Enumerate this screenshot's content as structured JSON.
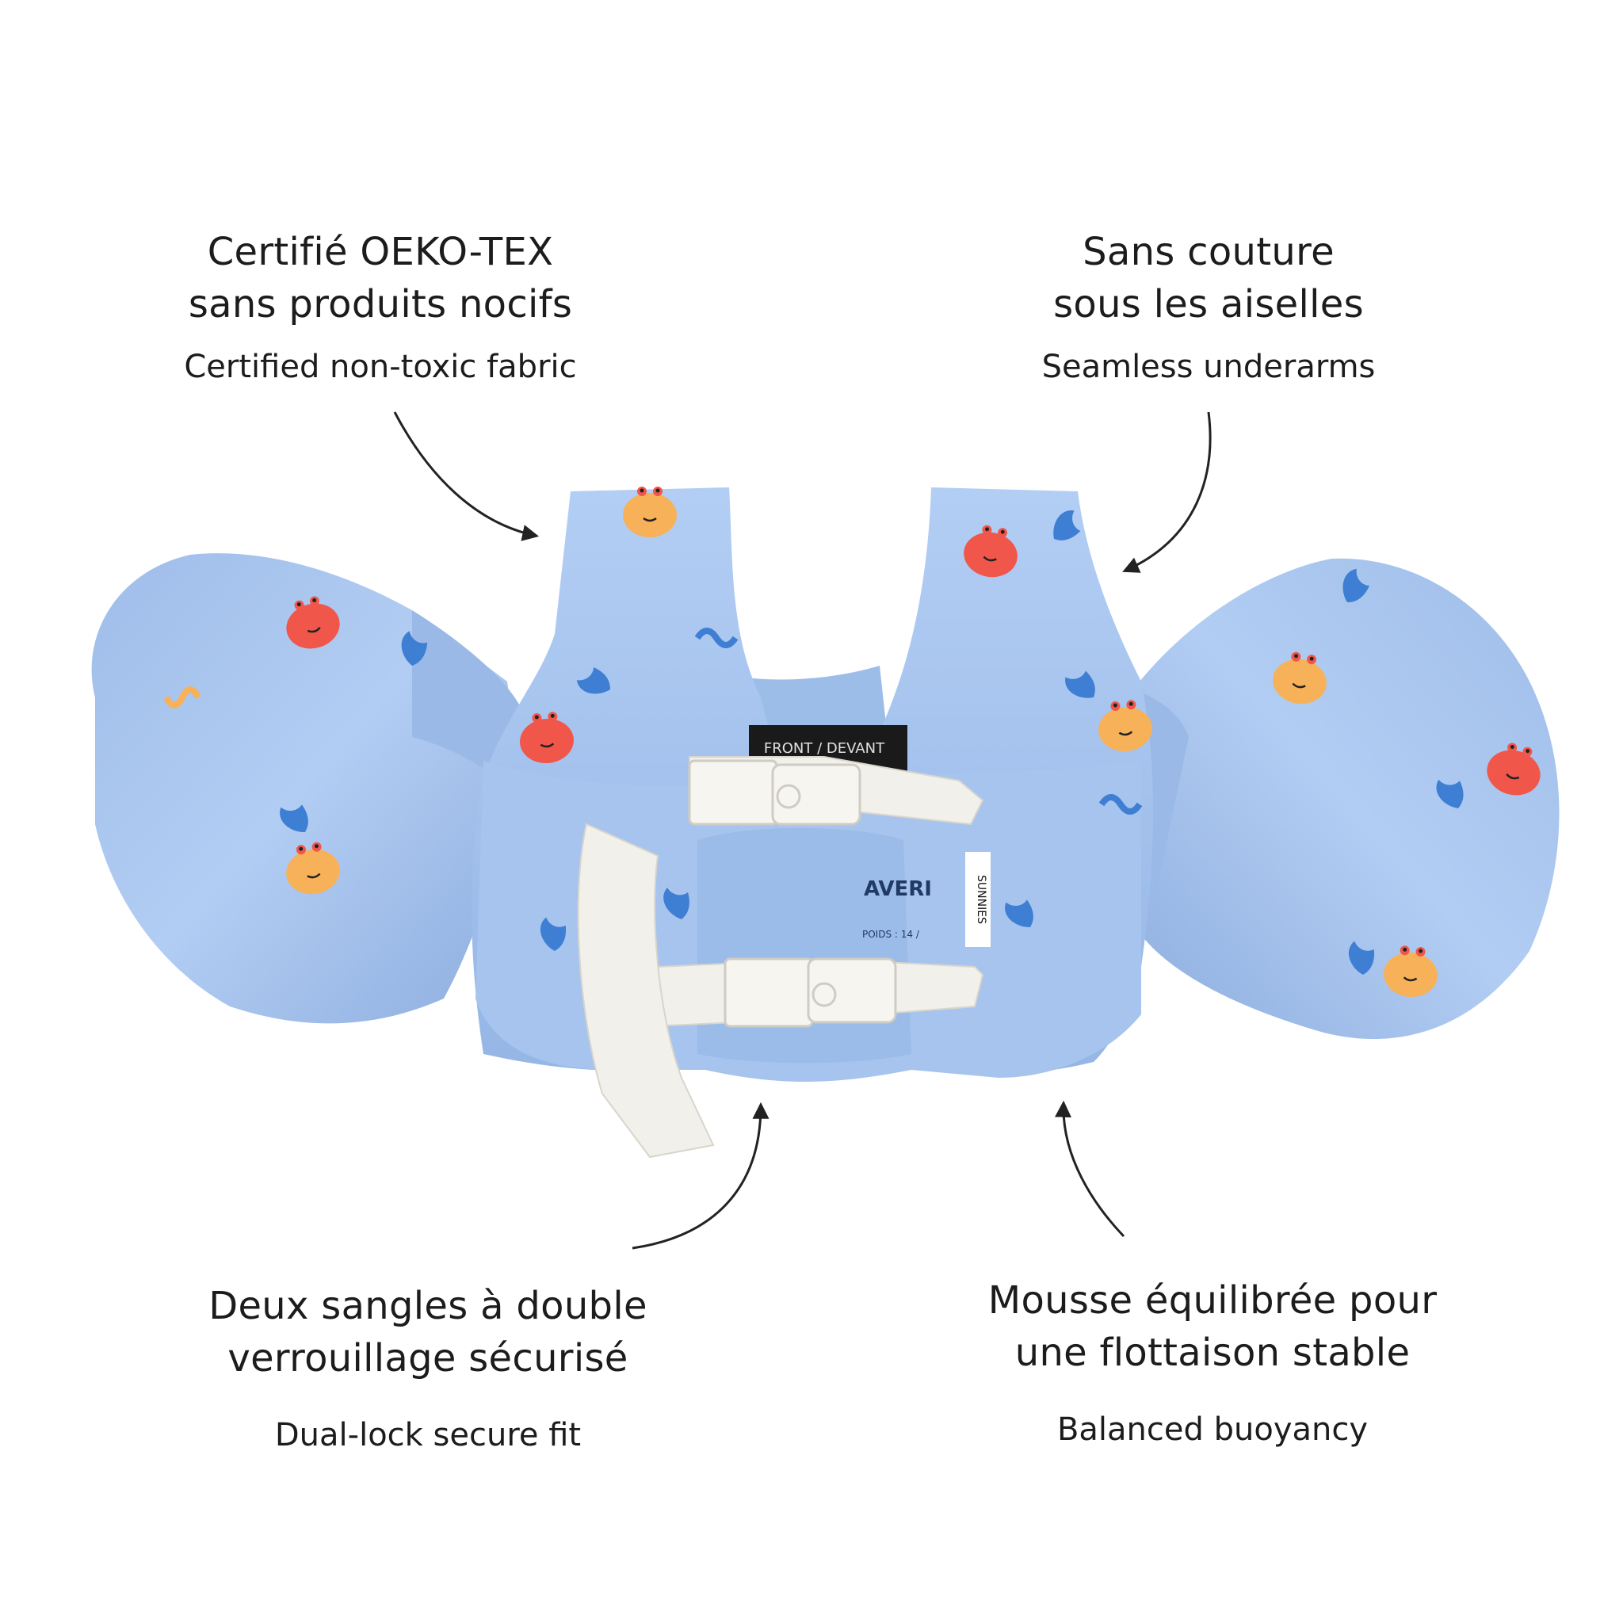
{
  "callouts": {
    "oeko_tex": {
      "title_line1": "Certifié OEKO-TEX",
      "title_line2": "sans produits nocifs",
      "subtitle": "Certified non-toxic fabric"
    },
    "seamless": {
      "title_line1": "Sans couture",
      "title_line2": "sous les aiselles",
      "subtitle": "Seamless underarms"
    },
    "straps": {
      "title_line1": "Deux sangles à double",
      "title_line2": "verrouillage sécurisé",
      "subtitle": "Dual-lock secure fit"
    },
    "buoyancy": {
      "title_line1": "Mousse équilibrée pour",
      "title_line2": "une flottaison stable",
      "subtitle": "Balanced buoyancy"
    }
  },
  "product": {
    "inner_label": "FRONT / DEVANT",
    "size_label_partial": "AVERI",
    "weight_label_partial": "POIDS : 14 /",
    "brand_tag": "SUNNIES",
    "colors": {
      "fabric": "#a9c6ef",
      "fabric_shadow": "#8fb0e0",
      "crab_red": "#f0574a",
      "crab_orange": "#f7b158",
      "crab_blue": "#3f7fd3",
      "strap": "#f2f0ea",
      "label_black": "#1a1a1a"
    }
  },
  "icons": [
    "arrow-curved-icon",
    "crab-pattern-icon",
    "buckle-icon"
  ]
}
